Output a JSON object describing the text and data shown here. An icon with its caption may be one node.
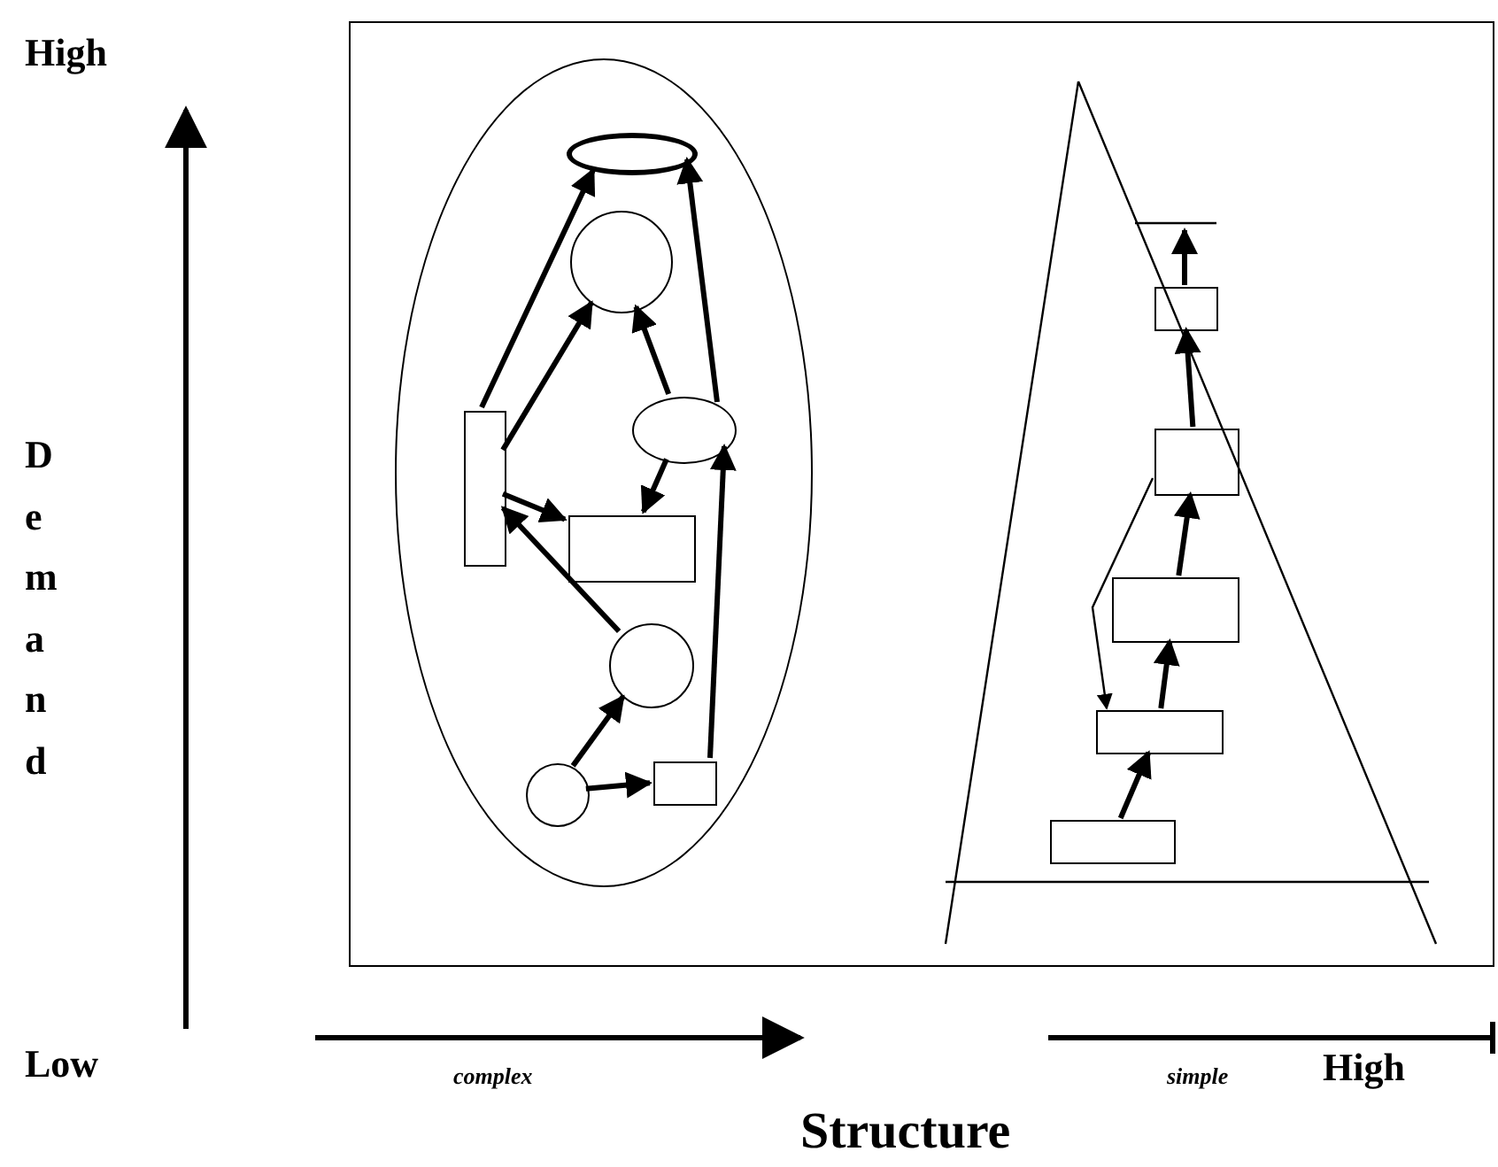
{
  "diagram": {
    "nodes": [
      {
        "text": [],
        "shape": "box"
      },
      {
        "text": [],
        "shape": "ellipse",
        "in": 0
      },
      {
        "text": [],
        "shape": "ellipse",
        "in": 1
      },
      {
        "text": [],
        "shape": "circle",
        "in": 1
      },
      {
        "text": [],
        "shape": "box",
        "in": 1
      },
      {
        "text": [],
        "shape": "ellipse",
        "in": 1
      },
      {
        "text": [],
        "shape": "box",
        "in": 1
      },
      {
        "text": [],
        "shape": "circle",
        "in": 1
      },
      {
        "text": [],
        "shape": "circle",
        "in": 1
      },
      {
        "text": [],
        "shape": "box",
        "in": 1
      },
      {
        "text": [],
        "shape": "triangle",
        "in": 0
      },
      {
        "text": [],
        "shape": "box",
        "in": 10
      },
      {
        "text": [],
        "shape": "box",
        "in": 10
      },
      {
        "text": [],
        "shape": "box",
        "in": 10
      },
      {
        "text": [],
        "shape": "box",
        "in": 10
      },
      {
        "text": [],
        "shape": "box",
        "in": 10
      }
    ],
    "edges": [
      {
        "from": 4,
        "to": 2,
        "arrow": "to"
      },
      {
        "from": 4,
        "to": 3,
        "arrow": "to"
      },
      {
        "from": 5,
        "to": 3,
        "arrow": "to"
      },
      {
        "from": 5,
        "to": 2,
        "arrow": "to"
      },
      {
        "from": 5,
        "to": 6,
        "arrow": "to"
      },
      {
        "from": 4,
        "to": 6,
        "arrow": "to"
      },
      {
        "from": 7,
        "to": 4,
        "arrow": "to"
      },
      {
        "from": 8,
        "to": 7,
        "arrow": "to"
      },
      {
        "from": 8,
        "to": 9,
        "arrow": "to"
      },
      {
        "from": 9,
        "to": 5,
        "arrow": "to"
      },
      {
        "from": 15,
        "to": 14,
        "arrow": "to"
      },
      {
        "from": 14,
        "to": 13,
        "arrow": "to"
      },
      {
        "from": 13,
        "to": 12,
        "arrow": "to"
      },
      {
        "from": 12,
        "to": 11,
        "arrow": "to"
      },
      {
        "from": 11,
        "to": null,
        "arrow": "to"
      },
      {
        "from": 12,
        "to": 14,
        "arrow": "to"
      }
    ],
    "labels": [
      "High",
      "Demand",
      "Low",
      "complex",
      "simple",
      "High",
      "Structure"
    ]
  }
}
